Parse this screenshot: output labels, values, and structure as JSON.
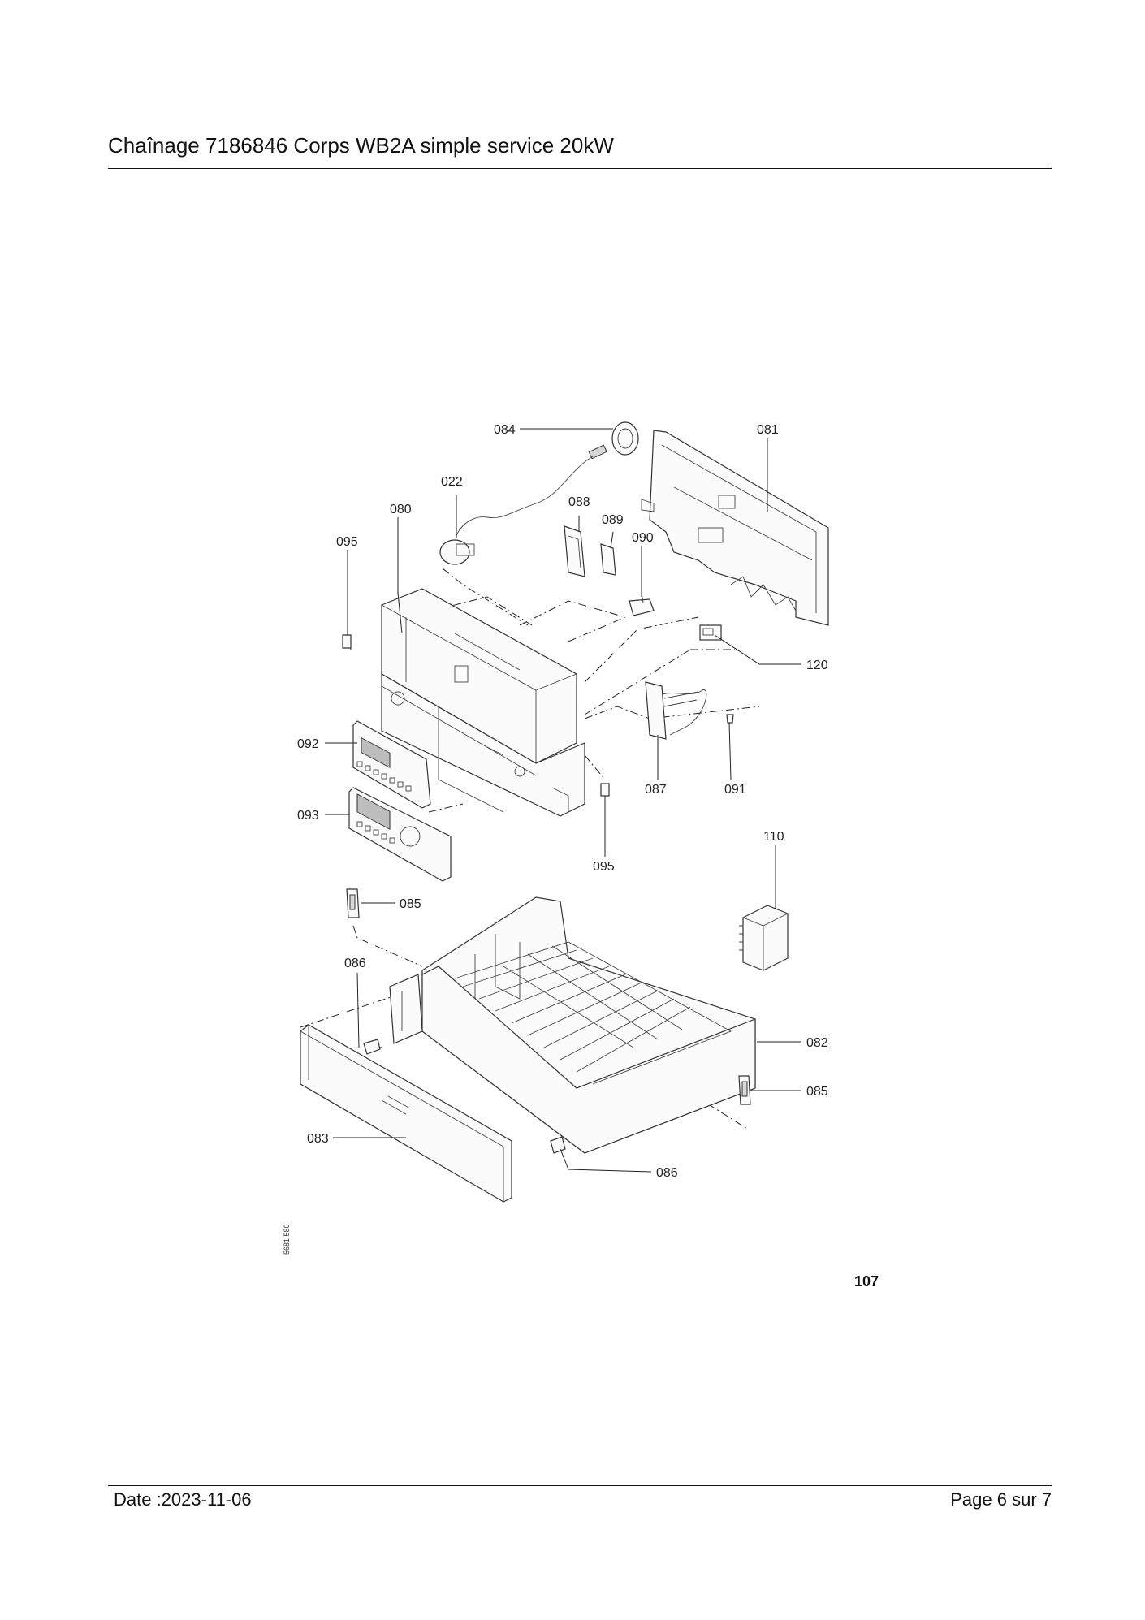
{
  "header": {
    "title": "Chaînage 7186846 Corps WB2A simple service 20kW"
  },
  "diagram": {
    "drawing_code": "5681 580",
    "page_reference": "107",
    "part_labels": {
      "p084": "084",
      "p081": "081",
      "p022": "022",
      "p080": "080",
      "p088": "088",
      "p089": "089",
      "p090": "090",
      "p095_top": "095",
      "p120": "120",
      "p092": "092",
      "p087": "087",
      "p091": "091",
      "p093": "093",
      "p095_mid": "095",
      "p110": "110",
      "p085_top": "085",
      "p086_left": "086",
      "p082": "082",
      "p085_right": "085",
      "p083": "083",
      "p086_bottom": "086"
    }
  },
  "footer": {
    "date": "Date :2023-11-06",
    "page": "Page 6 sur  7"
  }
}
